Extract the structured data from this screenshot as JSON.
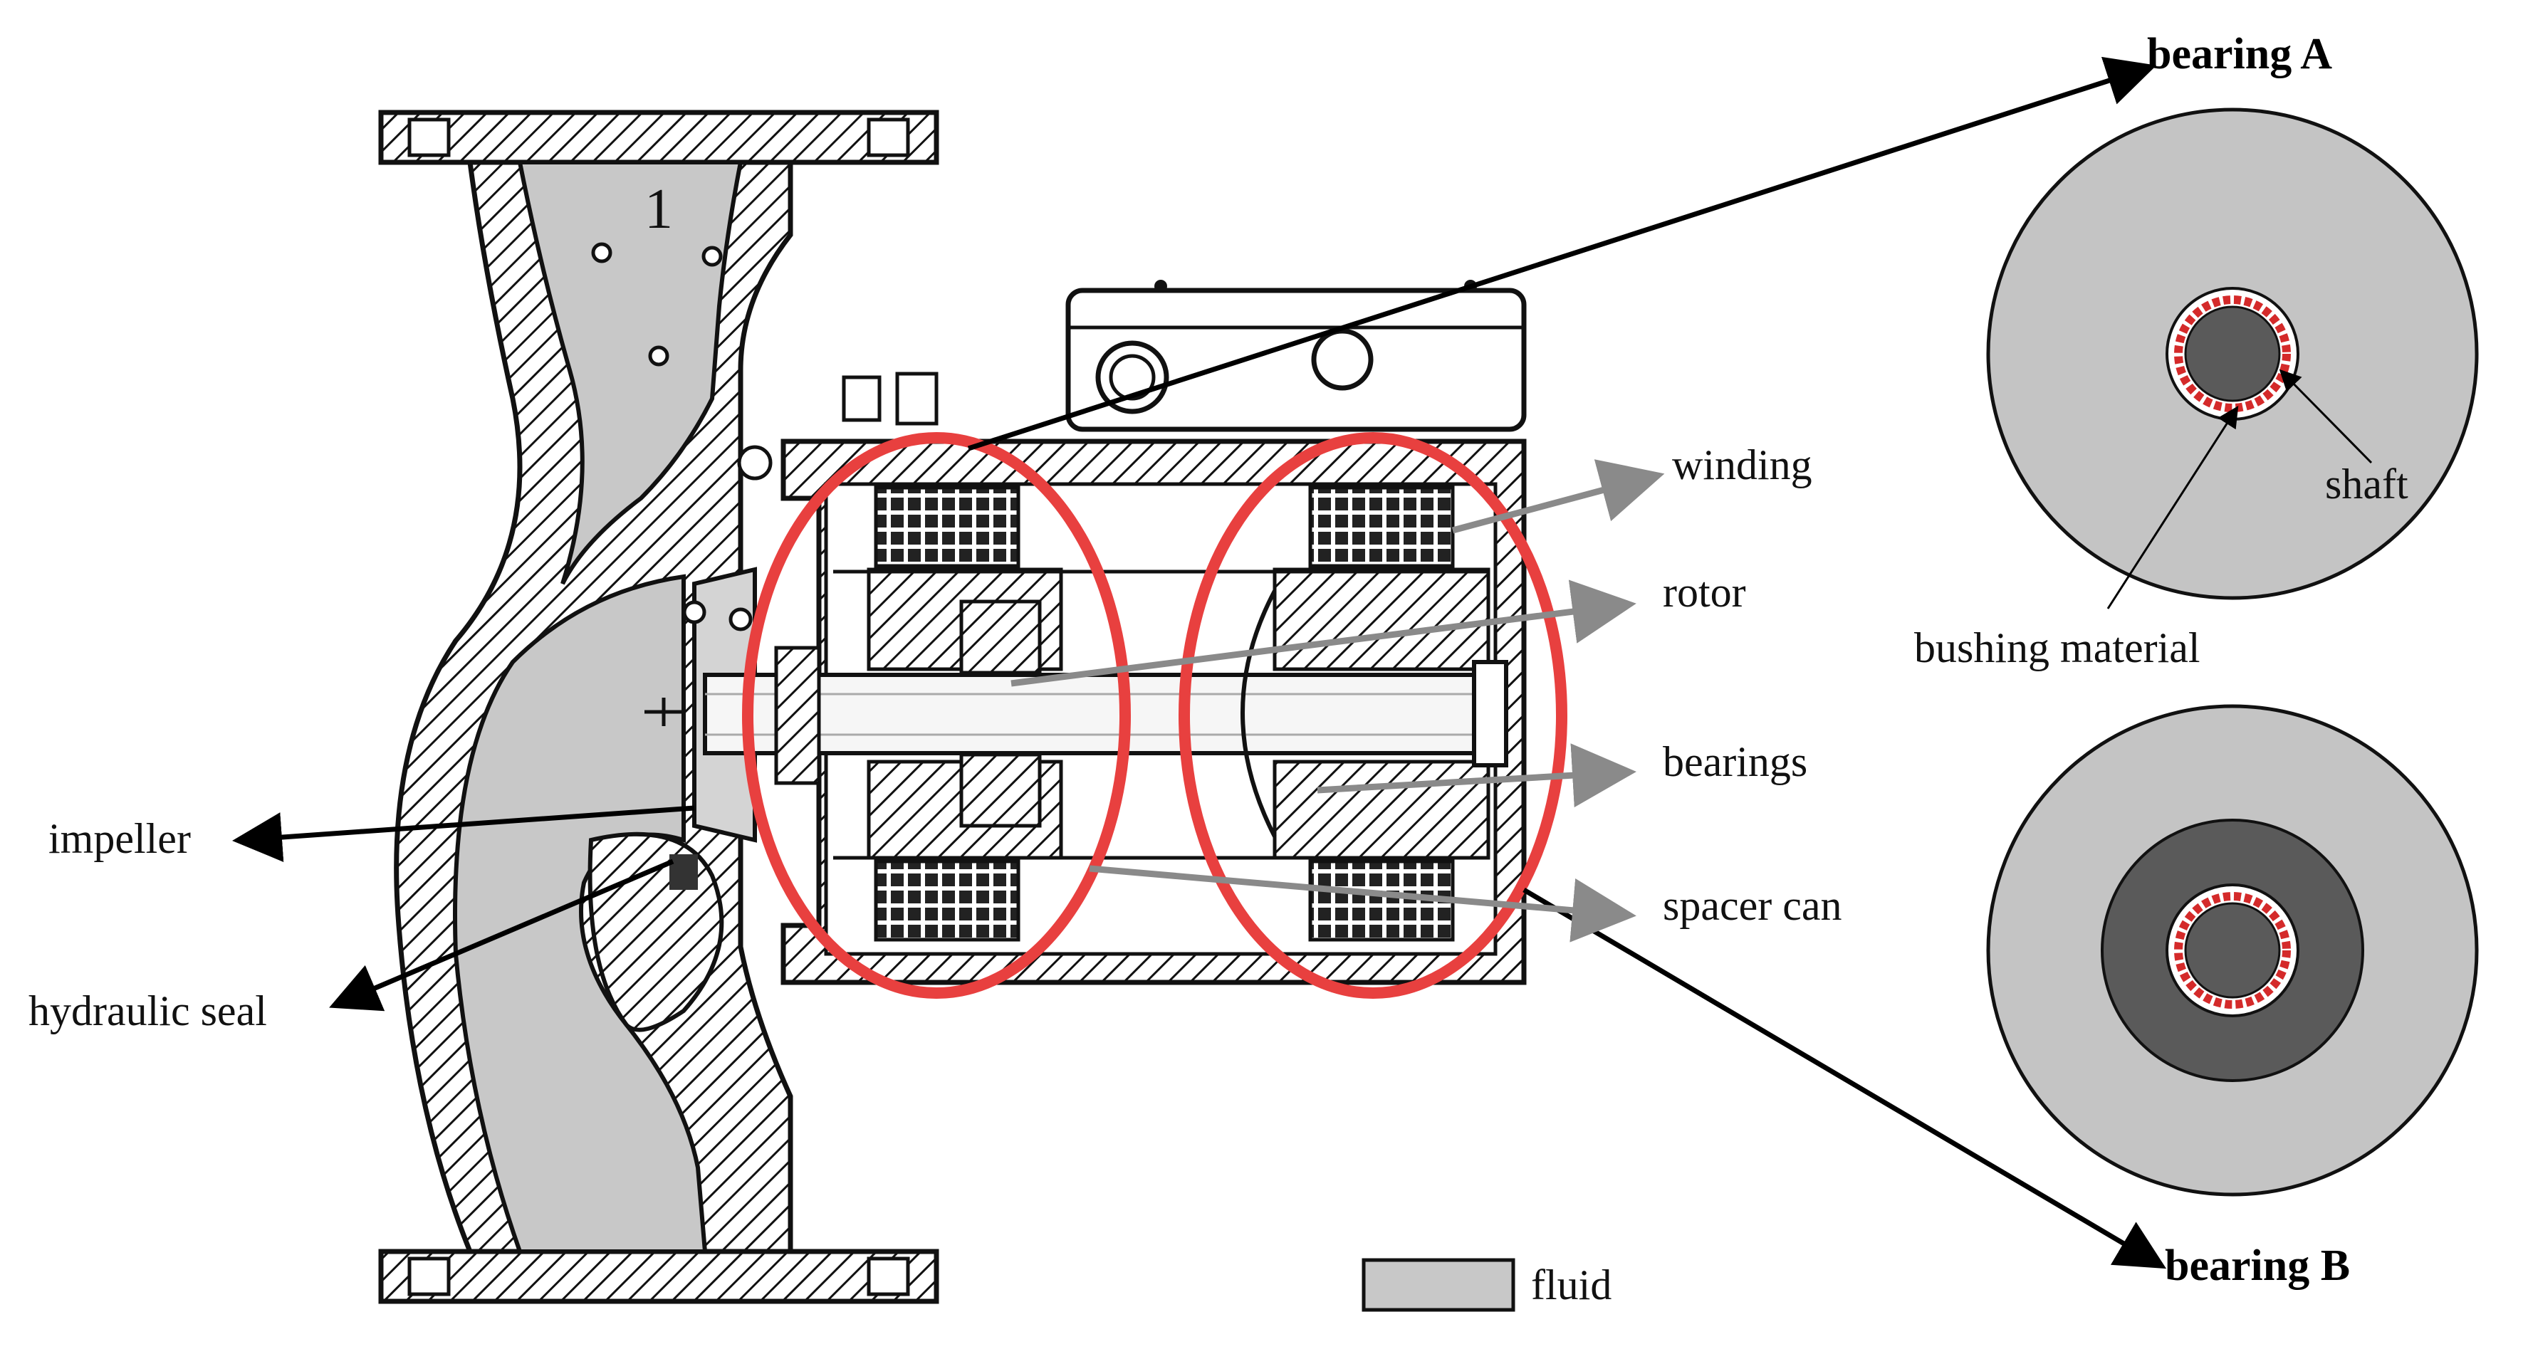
{
  "labels": {
    "bearing_a": "bearing A",
    "bearing_b": "bearing B",
    "winding": "winding",
    "rotor": "rotor",
    "bearings": "bearings",
    "spacer_can": "spacer can",
    "impeller": "impeller",
    "hydraulic_seal": "hydraulic seal",
    "shaft": "shaft",
    "bushing_material": "bushing material",
    "fluid_legend": "fluid",
    "casing_mark": "1"
  },
  "colors": {
    "fluid": "#c8c8c8",
    "bearing_disc": "#c4c4c4",
    "shaft": "#5a5a5a",
    "highlight": "#e8403f",
    "bushing": "#d42a2a",
    "arrow_gray": "#8a8a8a",
    "arrow_black": "#000000"
  }
}
